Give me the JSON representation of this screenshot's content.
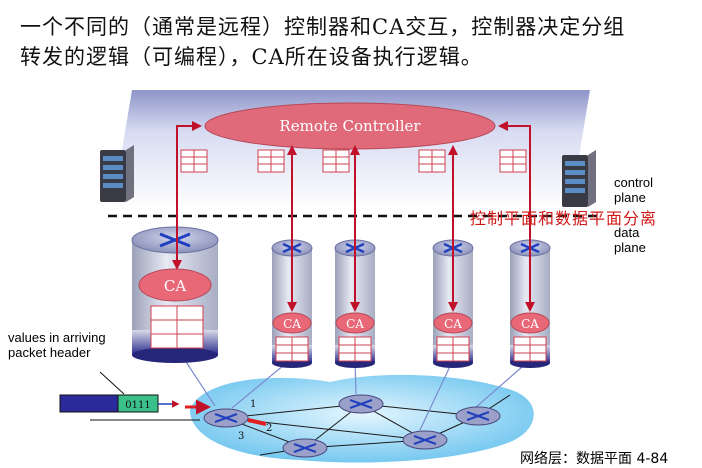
{
  "title": {
    "line1": "一个不同的（通常是远程）控制器和CA交互，控制器决定分组",
    "line2": "转发的逻辑（可编程），CA所在设备执行逻辑。"
  },
  "controller": {
    "label": "Remote Controller"
  },
  "agents": {
    "label": "CA"
  },
  "labels": {
    "control_plane_1": "control",
    "control_plane_2": "plane",
    "data_plane_1": "data",
    "data_plane_2": "plane",
    "separation": "控制平面和数据平面分离",
    "values_1": "values in arriving",
    "values_2": "packet header",
    "packet_value": "0111"
  },
  "ports": [
    "1",
    "2",
    "3"
  ],
  "footer": "网络层：数据平面   4-84",
  "colors": {
    "controller_fill": "#e06a7a",
    "ca_fill": "#e86878",
    "arrow": "#c0102a",
    "separation_text": "#d01818",
    "cloud": "#8fd3f2"
  }
}
